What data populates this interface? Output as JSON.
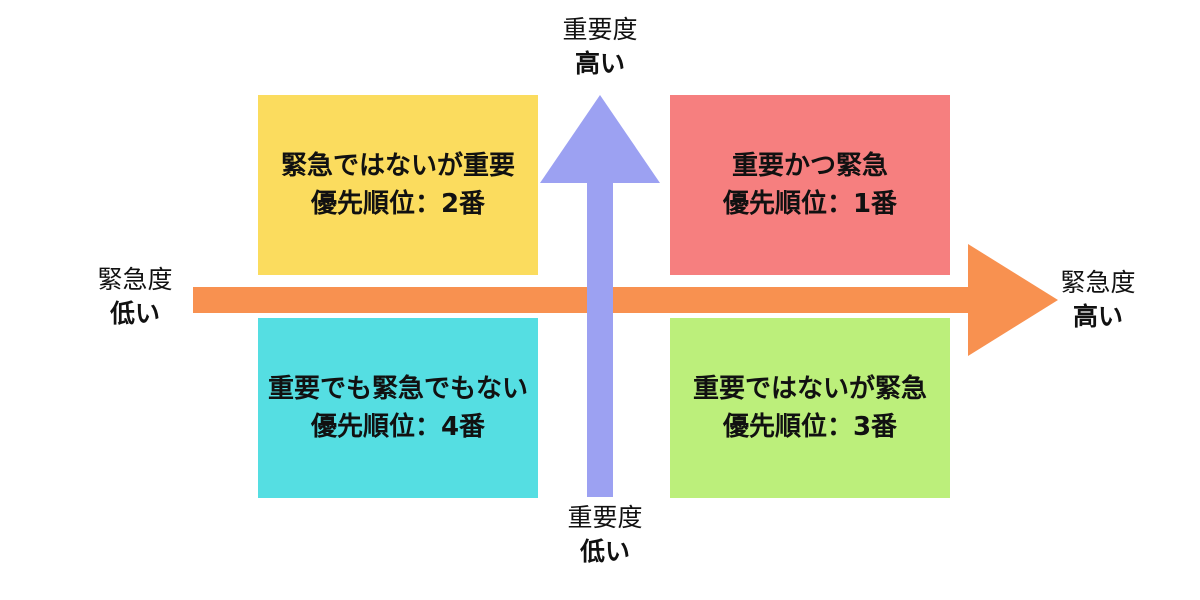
{
  "diagram": {
    "kind": "priority-matrix",
    "background": "#ffffff",
    "text_color": "#111111"
  },
  "colors": {
    "horizontal_arrow": "#F89150",
    "vertical_arrow": "#9CA1F2",
    "quadrant_top_left": "#FBDC5E",
    "quadrant_top_right": "#F67F7F",
    "quadrant_bottom_left": "#55DEE2",
    "quadrant_bottom_right": "#BCEF7B"
  },
  "axes": {
    "vertical": {
      "top_label": {
        "line1": "重要度",
        "line2": "高い"
      },
      "bottom_label": {
        "line1": "重要度",
        "line2": "低い"
      }
    },
    "horizontal": {
      "left_label": {
        "line1": "緊急度",
        "line2": "低い"
      },
      "right_label": {
        "line1": "緊急度",
        "line2": "高い"
      }
    }
  },
  "quadrants": [
    {
      "position": "top-left",
      "line1": "緊急ではないが重要",
      "line2": "優先順位：2番",
      "color": "#FBDC5E"
    },
    {
      "position": "top-right",
      "line1": "重要かつ緊急",
      "line2": "優先順位：1番",
      "color": "#F67F7F"
    },
    {
      "position": "bottom-left",
      "line1": "重要でも緊急でもない",
      "line2": "優先順位：4番",
      "color": "#55DEE2"
    },
    {
      "position": "bottom-right",
      "line1": "重要ではないが緊急",
      "line2": "優先順位：3番",
      "color": "#BCEF7B"
    }
  ]
}
